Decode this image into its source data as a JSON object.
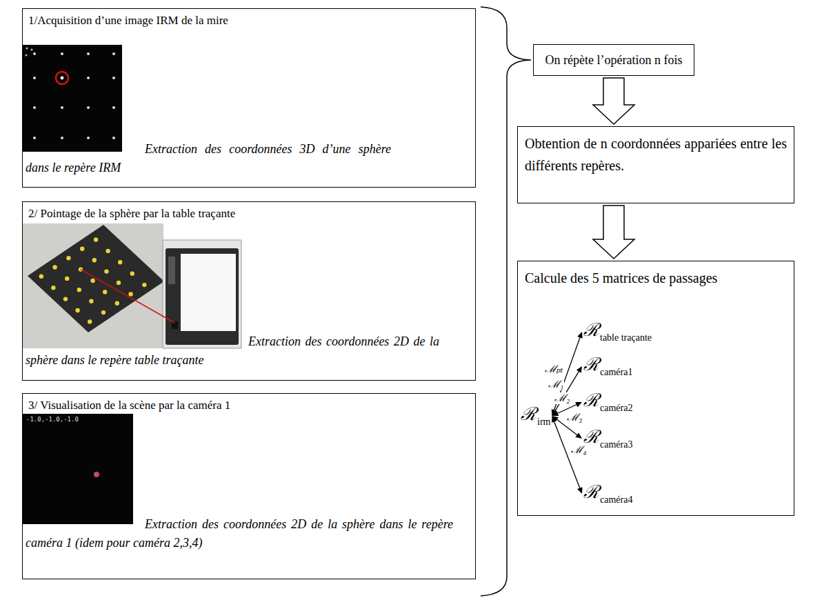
{
  "diagram": {
    "nodes": [
      {
        "text": [
          "1/Acquisition d’une image IRM de la mire",
          "Extraction des coordonnées 3D d’une sphère dans le repère IRM"
        ]
      },
      {
        "text": [
          "2/ Pointage de la sphère par la table traçante",
          "Extraction des coordonnées 2D de la sphère dans le repère table traçante"
        ]
      },
      {
        "text": [
          "3/ Visualisation de la scène par la caméra 1",
          "Extraction des coordonnées 2D de la sphère dans le repère caméra 1 (idem pour caméra 2,3,4)"
        ]
      },
      {
        "text": [
          "On répète l’opération n fois"
        ]
      },
      {
        "text": [
          "Obtention de n coordonnées appariées entre les différents repères."
        ]
      },
      {
        "text": [
          "Calcule des 5 matrices de passages"
        ]
      },
      {
        "text": [
          "ℛ",
          "irm"
        ],
        "in": 5
      },
      {
        "text": [
          "ℛ",
          "table traçante"
        ],
        "in": 5
      },
      {
        "text": [
          "ℛ",
          "caméra1"
        ],
        "in": 5
      },
      {
        "text": [
          "ℛ",
          "caméra2"
        ],
        "in": 5
      },
      {
        "text": [
          "ℛ",
          "caméra3"
        ],
        "in": 5
      },
      {
        "text": [
          "ℛ",
          "caméra4"
        ],
        "in": 5
      }
    ],
    "edges": [
      {
        "from": 3,
        "to": 4,
        "arrow": "to"
      },
      {
        "from": 4,
        "to": 5,
        "arrow": "to"
      },
      {
        "from": 6,
        "to": 7,
        "arrow": "both",
        "label": "ℳₚₜ"
      },
      {
        "from": 6,
        "to": 8,
        "arrow": "both",
        "label": "ℳ₁"
      },
      {
        "from": 6,
        "to": 9,
        "arrow": "both",
        "label": "ℳ₂"
      },
      {
        "from": 6,
        "to": 10,
        "arrow": "both",
        "label": "ℳ₃"
      },
      {
        "from": 6,
        "to": 11,
        "arrow": "both",
        "label": "ℳ₄"
      }
    ],
    "labels": [
      "-1.0,-1.0,-1.0"
    ]
  }
}
